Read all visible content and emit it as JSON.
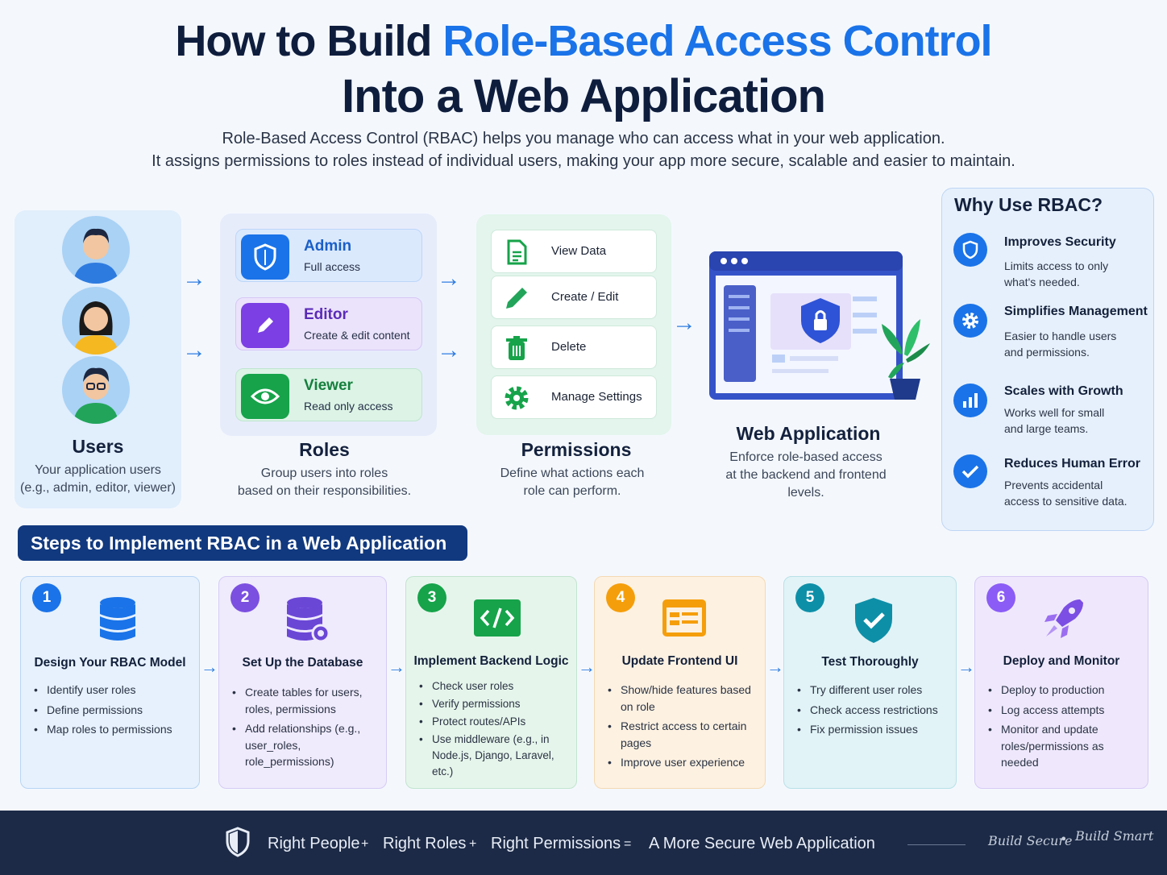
{
  "header": {
    "title_part1": "How to Build ",
    "title_highlight": "Role-Based Access Control",
    "title_line2": "Into a Web Application",
    "subtitle_line1": "Role-Based Access Control (RBAC) helps you manage who can access what in your web application.",
    "subtitle_line2": "It assigns permissions to roles instead of individual users, making your app more secure, scalable and easier to maintain."
  },
  "users": {
    "title": "Users",
    "desc_line1": "Your application users",
    "desc_line2": "(e.g., admin, editor, viewer)"
  },
  "roles": {
    "title": "Roles",
    "desc_line1": "Group users into roles",
    "desc_line2": "based on their responsibilities.",
    "items": [
      {
        "name": "Admin",
        "desc": "Full access",
        "icon": "shield-icon",
        "color": "#1a73e8"
      },
      {
        "name": "Editor",
        "desc": "Create & edit content",
        "icon": "pencil-icon",
        "color": "#7b3fe4"
      },
      {
        "name": "Viewer",
        "desc": "Read only access",
        "icon": "eye-icon",
        "color": "#16a34a"
      }
    ]
  },
  "permissions": {
    "title": "Permissions",
    "desc_line1": "Define what actions each",
    "desc_line2": "role can perform.",
    "items": [
      {
        "label": "View Data",
        "icon": "document-icon"
      },
      {
        "label": "Create / Edit",
        "icon": "pencil-icon"
      },
      {
        "label": "Delete",
        "icon": "trash-icon"
      },
      {
        "label": "Manage Settings",
        "icon": "gear-icon"
      }
    ]
  },
  "webapp": {
    "title": "Web Application",
    "desc_line1": "Enforce role-based access",
    "desc_line2": "at the backend and frontend",
    "desc_line3": "levels."
  },
  "why": {
    "title": "Why Use RBAC?",
    "items": [
      {
        "heading": "Improves Security",
        "line1": "Limits access to only",
        "line2": "what's needed.",
        "icon": "shield-icon"
      },
      {
        "heading": "Simplifies Management",
        "line1": "Easier to handle users",
        "line2": "and permissions.",
        "icon": "gear-icon"
      },
      {
        "heading": "Scales with Growth",
        "line1": "Works well for small",
        "line2": "and large teams.",
        "icon": "bar-chart-icon"
      },
      {
        "heading": "Reduces Human Error",
        "line1": "Prevents accidental",
        "line2": "access to sensitive data.",
        "icon": "check-icon"
      }
    ]
  },
  "steps_banner": "Steps to Implement RBAC in a Web Application",
  "steps": [
    {
      "num": "1",
      "title": "Design Your RBAC Model",
      "color": "#1a73e8",
      "icon": "database-icon",
      "items": [
        "Identify user roles",
        "Define permissions",
        "Map roles to permissions"
      ]
    },
    {
      "num": "2",
      "title": "Set Up the Database",
      "color": "#7b4fe0",
      "icon": "database-gear-icon",
      "items": [
        "Create tables for users, roles, permissions",
        "Add relationships (e.g., user_roles, role_permissions)"
      ]
    },
    {
      "num": "3",
      "title": "Implement Backend Logic",
      "color": "#16a34a",
      "icon": "code-icon",
      "items": [
        "Check user roles",
        "Verify permissions",
        "Protect routes/APIs",
        "Use middleware (e.g., in Node.js, Django, Laravel, etc.)"
      ]
    },
    {
      "num": "4",
      "title": "Update Frontend UI",
      "color": "#f59e0b",
      "icon": "browser-window-icon",
      "items": [
        "Show/hide features based on role",
        "Restrict access to certain pages",
        "Improve user experience"
      ]
    },
    {
      "num": "5",
      "title": "Test Thoroughly",
      "color": "#0e8fa8",
      "icon": "shield-check-icon",
      "items": [
        "Try different user roles",
        "Check access restrictions",
        "Fix permission issues"
      ]
    },
    {
      "num": "6",
      "title": "Deploy and Monitor",
      "color": "#8b5cf6",
      "icon": "rocket-icon",
      "items": [
        "Deploy to production",
        "Log access attempts",
        "Monitor and update roles/permissions as needed"
      ]
    }
  ],
  "footer": {
    "part1": "Right People",
    "plus": "+",
    "part2": "Right Roles",
    "part3": "Right Permissions",
    "equals": "=",
    "result": "A More Secure Web Application",
    "tag1": "Build Secure",
    "dot": "•",
    "tag2": "Build Smart"
  }
}
